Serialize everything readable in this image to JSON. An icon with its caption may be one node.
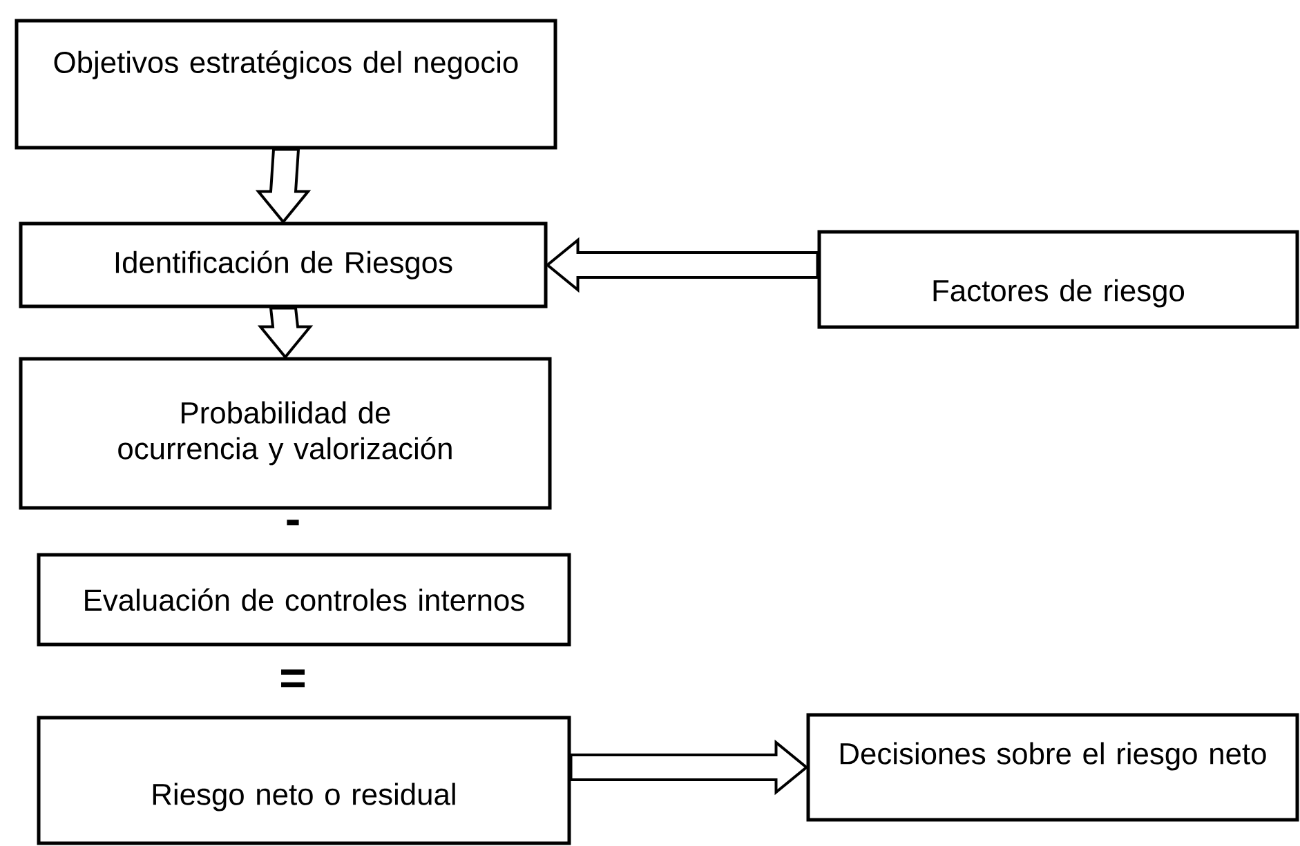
{
  "diagram": {
    "nodes": [
      {
        "text": [
          "Objetivos estratégicos del negocio"
        ]
      },
      {
        "text": [
          "Identificación de Riesgos"
        ]
      },
      {
        "text": [
          "Factores de riesgo"
        ]
      },
      {
        "text": [
          "Probabilidad de ocurrencia y valorización"
        ]
      },
      {
        "text": [
          "Evaluación de controles internos"
        ]
      },
      {
        "text": [
          "Riesgo neto o residual"
        ]
      },
      {
        "text": [
          "Decisiones sobre el riesgo neto"
        ]
      }
    ],
    "edges": [
      {
        "from": 0,
        "to": 1,
        "arrow": "to"
      },
      {
        "from": 2,
        "to": 1,
        "arrow": "to"
      },
      {
        "from": 1,
        "to": 3,
        "arrow": "to"
      },
      {
        "from": 5,
        "to": 6,
        "arrow": "to"
      }
    ],
    "labels": [
      "-",
      "="
    ]
  }
}
